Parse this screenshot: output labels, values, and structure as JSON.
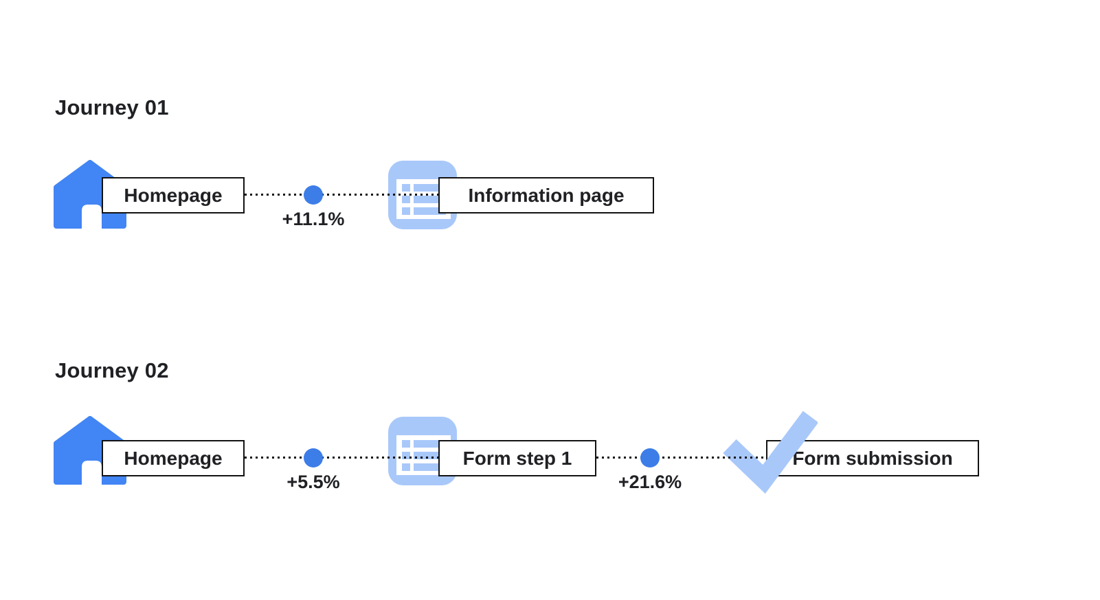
{
  "colors": {
    "primary_blue": "#4285F4",
    "dot_blue": "#3D7DE8",
    "light_blue": "#A9C8FA",
    "text": "#202124",
    "line": "#121212"
  },
  "journeys": [
    {
      "title": "Journey 01",
      "nodes": [
        {
          "label": "Homepage",
          "icon": "home-icon"
        },
        {
          "label": "Information page",
          "icon": "list-page-icon"
        }
      ],
      "transitions": [
        {
          "delta": "+11.1%"
        }
      ]
    },
    {
      "title": "Journey 02",
      "nodes": [
        {
          "label": "Homepage",
          "icon": "home-icon"
        },
        {
          "label": "Form step 1",
          "icon": "list-page-icon"
        },
        {
          "label": "Form submission",
          "icon": "checkmark-icon"
        }
      ],
      "transitions": [
        {
          "delta": "+5.5%"
        },
        {
          "delta": "+21.6%"
        }
      ]
    }
  ]
}
